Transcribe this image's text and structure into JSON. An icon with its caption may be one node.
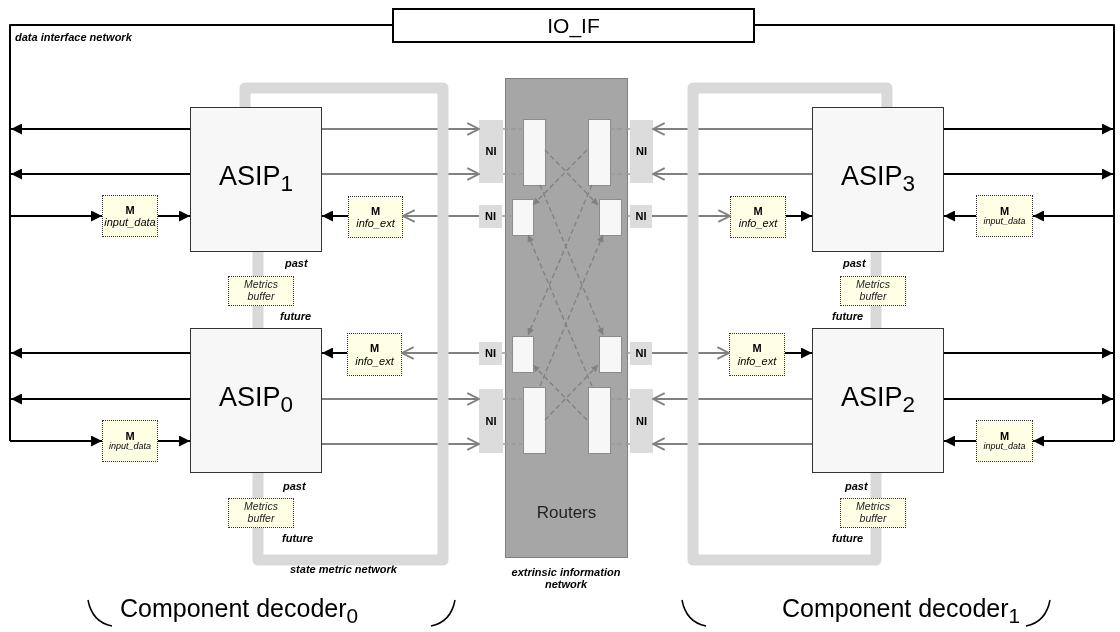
{
  "diagram": {
    "nodes": [
      {
        "text": [
          "IO_IF"
        ]
      },
      {
        "text": [
          "Routers"
        ]
      },
      {
        "text": [],
        "shape": "box",
        "in": 1
      },
      {
        "text": [],
        "shape": "box",
        "in": 1
      },
      {
        "text": [],
        "shape": "box",
        "in": 1
      },
      {
        "text": [],
        "shape": "box",
        "in": 1
      },
      {
        "text": [],
        "shape": "box",
        "in": 1
      },
      {
        "text": [],
        "shape": "box",
        "in": 1
      },
      {
        "text": [],
        "shape": "box",
        "in": 1
      },
      {
        "text": [],
        "shape": "box",
        "in": 1
      },
      {
        "text": [
          "ASIP$_{1}$"
        ]
      },
      {
        "text": [
          "M",
          "input_data"
        ]
      },
      {
        "text": [
          "M",
          "info_ext"
        ]
      },
      {
        "text": [
          "NI"
        ]
      },
      {
        "text": [
          "NI"
        ]
      },
      {
        "text": [
          "Metrics buffer"
        ],
        "beside": [
          "past",
          "future"
        ]
      },
      {
        "text": [
          "ASIP$_{0}$"
        ]
      },
      {
        "text": [
          "M",
          "info_ext"
        ]
      },
      {
        "text": [
          "M",
          "input_data"
        ]
      },
      {
        "text": [
          "NI"
        ]
      },
      {
        "text": [
          "NI"
        ]
      },
      {
        "text": [
          "Metrics buffer"
        ],
        "beside": [
          "past",
          "future"
        ]
      },
      {
        "text": [
          "ASIP$_{3}$"
        ]
      },
      {
        "text": [
          "M",
          "info_ext"
        ]
      },
      {
        "text": [
          "M",
          "input_data"
        ]
      },
      {
        "text": [
          "NI"
        ]
      },
      {
        "text": [
          "NI"
        ]
      },
      {
        "text": [
          "Metrics buffer"
        ],
        "beside": [
          "past",
          "future"
        ]
      },
      {
        "text": [
          "ASIP$_{2}$"
        ]
      },
      {
        "text": [
          "M",
          "info_ext"
        ]
      },
      {
        "text": [
          "M",
          "input_data"
        ]
      },
      {
        "text": [
          "NI"
        ]
      },
      {
        "text": [
          "NI"
        ]
      },
      {
        "text": [
          "Metrics buffer"
        ],
        "beside": [
          "past",
          "future"
        ]
      }
    ],
    "edges": [
      {
        "from": 0,
        "to": null,
        "arrow": "none"
      },
      {
        "from": 0,
        "to": null,
        "arrow": "none"
      },
      {
        "from": 10,
        "to": null,
        "arrow": "to"
      },
      {
        "from": 10,
        "to": null,
        "arrow": "to"
      },
      {
        "from": null,
        "to": 11,
        "arrow": "to"
      },
      {
        "from": 11,
        "to": 10,
        "arrow": "to"
      },
      {
        "from": 10,
        "to": 13,
        "arrow": "to",
        "color": "#808080"
      },
      {
        "from": 10,
        "to": 13,
        "arrow": "to",
        "color": "#808080"
      },
      {
        "from": 14,
        "to": 12,
        "arrow": "to",
        "color": "#808080"
      },
      {
        "from": 12,
        "to": 10,
        "arrow": "to"
      },
      {
        "from": 16,
        "to": null,
        "arrow": "to"
      },
      {
        "from": 16,
        "to": null,
        "arrow": "to"
      },
      {
        "from": null,
        "to": 18,
        "arrow": "to"
      },
      {
        "from": 18,
        "to": 16,
        "arrow": "to"
      },
      {
        "from": 19,
        "to": 17,
        "arrow": "to",
        "color": "#808080"
      },
      {
        "from": 17,
        "to": 16,
        "arrow": "to"
      },
      {
        "from": 16,
        "to": 20,
        "arrow": "to",
        "color": "#808080"
      },
      {
        "from": 16,
        "to": 20,
        "arrow": "to",
        "color": "#808080"
      },
      {
        "from": 22,
        "to": null,
        "arrow": "to"
      },
      {
        "from": 22,
        "to": null,
        "arrow": "to"
      },
      {
        "from": null,
        "to": 24,
        "arrow": "to"
      },
      {
        "from": 24,
        "to": 22,
        "arrow": "to"
      },
      {
        "from": 22,
        "to": 25,
        "arrow": "to",
        "color": "#808080"
      },
      {
        "from": 22,
        "to": 25,
        "arrow": "to",
        "color": "#808080"
      },
      {
        "from": 26,
        "to": 23,
        "arrow": "to",
        "color": "#808080"
      },
      {
        "from": 23,
        "to": 22,
        "arrow": "to"
      },
      {
        "from": 28,
        "to": null,
        "arrow": "to"
      },
      {
        "from": 28,
        "to": null,
        "arrow": "to"
      },
      {
        "from": null,
        "to": 30,
        "arrow": "to"
      },
      {
        "from": 30,
        "to": 28,
        "arrow": "to"
      },
      {
        "from": 31,
        "to": 29,
        "arrow": "to",
        "color": "#808080"
      },
      {
        "from": 29,
        "to": 28,
        "arrow": "to"
      },
      {
        "from": 28,
        "to": 32,
        "arrow": "to",
        "color": "#808080"
      },
      {
        "from": 28,
        "to": 32,
        "arrow": "to",
        "color": "#808080"
      },
      {
        "from": 13,
        "to": 2,
        "arrow": "none",
        "style": "dashed",
        "color": "#999999"
      },
      {
        "from": 13,
        "to": 2,
        "arrow": "none",
        "style": "dashed",
        "color": "#999999"
      },
      {
        "from": 14,
        "to": 4,
        "arrow": "none",
        "style": "dashed",
        "color": "#999999"
      },
      {
        "from": 19,
        "to": 6,
        "arrow": "none",
        "style": "dashed",
        "color": "#999999"
      },
      {
        "from": 20,
        "to": 8,
        "arrow": "none",
        "style": "dashed",
        "color": "#999999"
      },
      {
        "from": 20,
        "to": 8,
        "arrow": "none",
        "style": "dashed",
        "color": "#999999"
      },
      {
        "from": 25,
        "to": 3,
        "arrow": "none",
        "style": "dashed",
        "color": "#999999"
      },
      {
        "from": 25,
        "to": 3,
        "arrow": "none",
        "style": "dashed",
        "color": "#999999"
      },
      {
        "from": 26,
        "to": 5,
        "arrow": "none",
        "style": "dashed",
        "color": "#999999"
      },
      {
        "from": 31,
        "to": 7,
        "arrow": "none",
        "style": "dashed",
        "color": "#999999"
      },
      {
        "from": 32,
        "to": 9,
        "arrow": "none",
        "style": "dashed",
        "color": "#999999"
      },
      {
        "from": 32,
        "to": 9,
        "arrow": "none",
        "style": "dashed",
        "color": "#999999"
      },
      {
        "from": 2,
        "to": 5,
        "arrow": "to",
        "style": "dashed",
        "color": "#808080"
      },
      {
        "from": 3,
        "to": 4,
        "arrow": "to",
        "style": "dashed",
        "color": "#808080"
      },
      {
        "from": 2,
        "to": 7,
        "arrow": "to",
        "style": "dashed",
        "color": "#808080"
      },
      {
        "from": 3,
        "to": 6,
        "arrow": "to",
        "style": "dashed",
        "color": "#808080"
      },
      {
        "from": 8,
        "to": 7,
        "arrow": "to",
        "style": "dashed",
        "color": "#808080"
      },
      {
        "from": 9,
        "to": 6,
        "arrow": "to",
        "style": "dashed",
        "color": "#808080"
      },
      {
        "from": 8,
        "to": 5,
        "arrow": "to",
        "style": "dashed",
        "color": "#808080"
      },
      {
        "from": 9,
        "to": 4,
        "arrow": "to",
        "style": "dashed",
        "color": "#808080"
      },
      {
        "from": 10,
        "to": 15,
        "arrow": "both",
        "style": "thick",
        "color": "#d9d9d9"
      },
      {
        "from": 15,
        "to": 16,
        "arrow": "both",
        "style": "thick",
        "color": "#d9d9d9"
      },
      {
        "from": 16,
        "to": 21,
        "arrow": "both",
        "style": "thick",
        "color": "#d9d9d9"
      },
      {
        "from": 21,
        "to": 10,
        "arrow": "both",
        "style": "thick",
        "color": "#d9d9d9"
      },
      {
        "from": 22,
        "to": 27,
        "arrow": "both",
        "style": "thick",
        "color": "#d9d9d9"
      },
      {
        "from": 27,
        "to": 28,
        "arrow": "both",
        "style": "thick",
        "color": "#d9d9d9"
      },
      {
        "from": 28,
        "to": 33,
        "arrow": "both",
        "style": "thick",
        "color": "#d9d9d9"
      },
      {
        "from": 22,
        "to": 33,
        "arrow": "both",
        "style": "thick",
        "color": "#d9d9d9"
      }
    ],
    "labels": [
      "data interface network",
      "state metric network",
      "extrinsic information network",
      "Component decoder$_{0}$",
      "Component decoder$_{1}$"
    ]
  }
}
